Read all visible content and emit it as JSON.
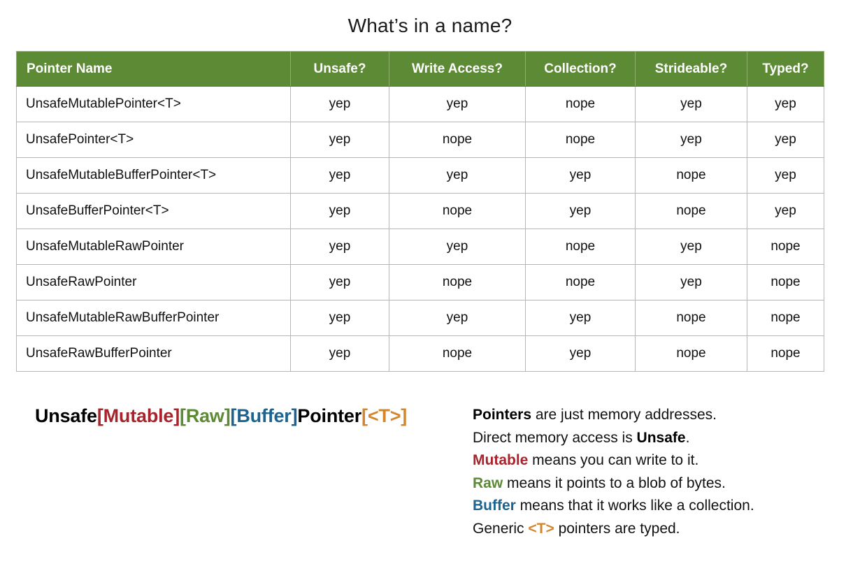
{
  "title": "What’s in a name?",
  "table": {
    "columns": [
      "Pointer Name",
      "Unsafe?",
      "Write Access?",
      "Collection?",
      "Strideable?",
      "Typed?"
    ],
    "header_bg": "#5d8a34",
    "header_fg": "#ffffff",
    "border_color": "#b6b6b6",
    "rows": [
      {
        "name": "UnsafeMutablePointer<T>",
        "unsafe": "yep",
        "write": "yep",
        "collection": "nope",
        "strideable": "yep",
        "typed": "yep"
      },
      {
        "name": "UnsafePointer<T>",
        "unsafe": "yep",
        "write": "nope",
        "collection": "nope",
        "strideable": "yep",
        "typed": "yep"
      },
      {
        "name": "UnsafeMutableBufferPointer<T>",
        "unsafe": "yep",
        "write": "yep",
        "collection": "yep",
        "strideable": "nope",
        "typed": "yep"
      },
      {
        "name": "UnsafeBufferPointer<T>",
        "unsafe": "yep",
        "write": "nope",
        "collection": "yep",
        "strideable": "nope",
        "typed": "yep"
      },
      {
        "name": "UnsafeMutableRawPointer",
        "unsafe": "yep",
        "write": "yep",
        "collection": "nope",
        "strideable": "yep",
        "typed": "nope"
      },
      {
        "name": "UnsafeRawPointer",
        "unsafe": "yep",
        "write": "nope",
        "collection": "nope",
        "strideable": "yep",
        "typed": "nope"
      },
      {
        "name": "UnsafeMutableRawBufferPointer",
        "unsafe": "yep",
        "write": "yep",
        "collection": "yep",
        "strideable": "nope",
        "typed": "nope"
      },
      {
        "name": "UnsafeRawBufferPointer",
        "unsafe": "yep",
        "write": "nope",
        "collection": "yep",
        "strideable": "nope",
        "typed": "nope"
      }
    ]
  },
  "formula": {
    "tokens": [
      {
        "text": "Unsafe",
        "color": "#000000"
      },
      {
        "text": "[Mutable]",
        "color": "#a8232b"
      },
      {
        "text": "[Raw]",
        "color": "#5d8a34"
      },
      {
        "text": "[Buffer]",
        "color": "#1b6390"
      },
      {
        "text": "Pointer",
        "color": "#000000"
      },
      {
        "text": "[<T>]",
        "color": "#d4862c"
      }
    ],
    "t0": "Unsafe",
    "t1": "[Mutable]",
    "t2": "[Raw]",
    "t3": "[Buffer]",
    "t4": "Pointer",
    "t5": "[<T>]"
  },
  "legend": {
    "line1": {
      "kw": "Pointers",
      "kw_color": "#000000",
      "rest": " are just memory addresses."
    },
    "line2": {
      "pre": "Direct memory access is ",
      "kw": "Unsafe",
      "kw_color": "#000000",
      "rest": "."
    },
    "line3": {
      "kw": "Mutable",
      "kw_color": "#a8232b",
      "rest": " means you can write to it."
    },
    "line4": {
      "kw": "Raw",
      "kw_color": "#5d8a34",
      "rest": " means it points to a blob of bytes."
    },
    "line5": {
      "kw": "Buffer",
      "kw_color": "#1b6390",
      "rest": " means that it works like a collection."
    },
    "line6": {
      "pre": "Generic ",
      "kw": "<T>",
      "kw_color": "#d4862c",
      "rest": " pointers are typed."
    }
  }
}
